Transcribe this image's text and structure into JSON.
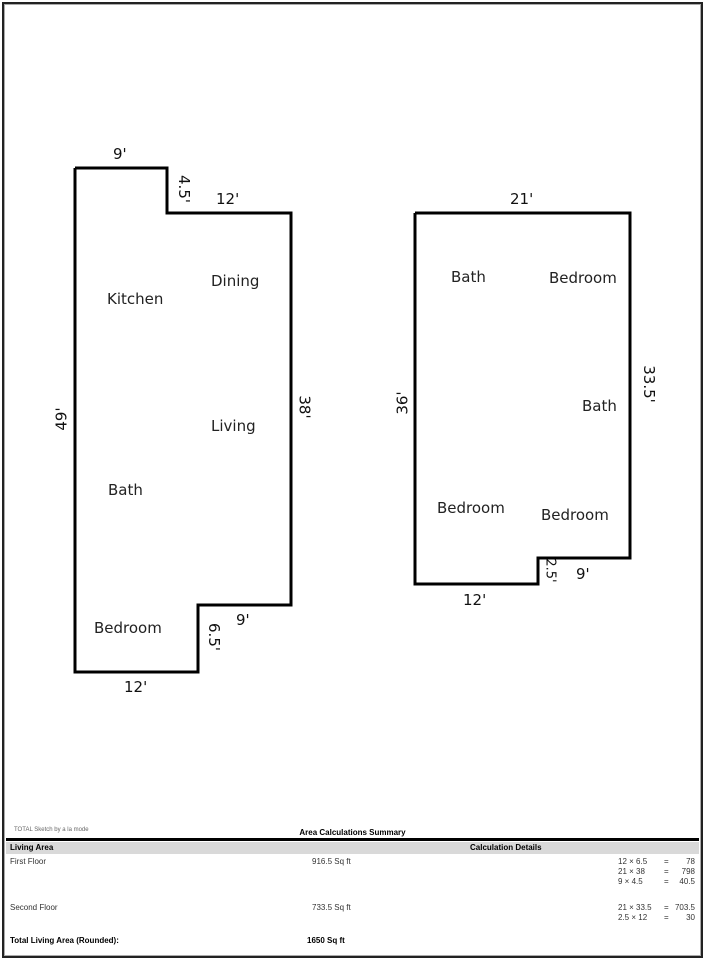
{
  "first_floor": {
    "rooms": [
      "Kitchen",
      "Dining",
      "Living",
      "Bath",
      "Bedroom"
    ],
    "dimensions": {
      "top": "9'",
      "notch_vertical": "4.5'",
      "upper_right_top": "12'",
      "right": "38'",
      "left": "49'",
      "lower_step": "9'",
      "lower_step_vertical": "6.5'",
      "bottom": "12'"
    }
  },
  "second_floor": {
    "rooms": [
      "Bath",
      "Bedroom",
      "Bath",
      "Bedroom",
      "Bedroom"
    ],
    "dimensions": {
      "top": "21'",
      "left": "36'",
      "right": "33.5'",
      "step": "9'",
      "step_vertical": "2.5'",
      "bottom": "12'"
    }
  },
  "summary": {
    "credit": "TOTAL Sketch by a la mode",
    "title": "Area Calculations Summary",
    "col_living": "Living Area",
    "col_calc": "Calculation Details",
    "rows": [
      {
        "label": "First Floor",
        "area": "916.5 Sq ft",
        "calcs": [
          {
            "expr": "12 × 6.5",
            "eq": "=",
            "val": "78"
          },
          {
            "expr": "21 × 38",
            "eq": "=",
            "val": "798"
          },
          {
            "expr": "9 × 4.5",
            "eq": "=",
            "val": "40.5"
          }
        ]
      },
      {
        "label": "Second Floor",
        "area": "733.5 Sq ft",
        "calcs": [
          {
            "expr": "21 × 33.5",
            "eq": "=",
            "val": "703.5"
          },
          {
            "expr": "2.5 × 12",
            "eq": "=",
            "val": "30"
          }
        ]
      }
    ],
    "total_label": "Total Living Area (Rounded):",
    "total_value": "1650 Sq ft"
  }
}
